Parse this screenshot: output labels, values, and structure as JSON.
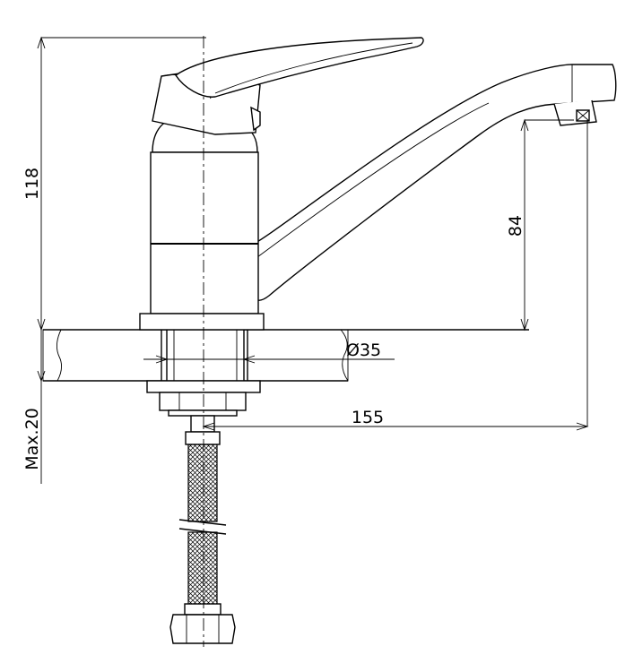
{
  "dimensions": {
    "height_total": "118",
    "spout_height": "84",
    "spout_reach": "155",
    "hole_diameter": "Ø35",
    "max_thickness": "Max.20"
  }
}
